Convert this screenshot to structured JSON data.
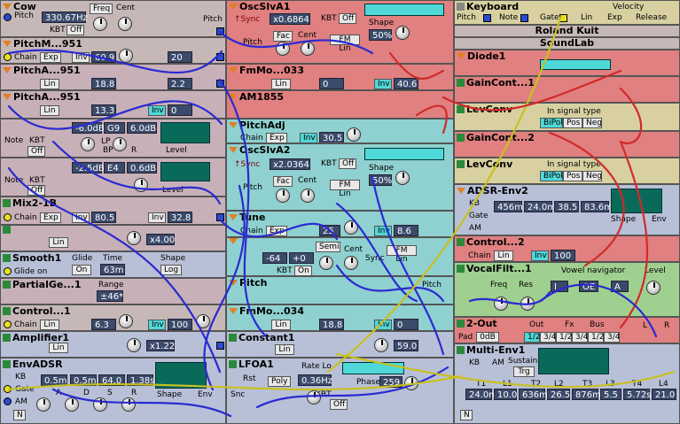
{
  "left": {
    "cow": {
      "title": "Cow",
      "pitch_label": "Pitch",
      "freq_value": "330.67Hz",
      "freq_btn": "Freq",
      "cent_label": "Cent",
      "kbt_label": "KBT",
      "kbt_value": "Off",
      "pitch_out_label": "Pitch"
    },
    "pitchmod1": {
      "title": "PitchM...951",
      "chain_label": "Chain",
      "exp_btn": "Exp",
      "inv_btn": "Inv",
      "value": "60.9",
      "value2": "20"
    },
    "pitcha1": {
      "title": "PitchA...951",
      "lin_btn": "Lin",
      "value": "18.8",
      "value2": "2.2"
    },
    "pitcha2": {
      "title": "PitchA...951",
      "lin_btn": "Lin",
      "value": "13.3",
      "inv_btn": "Inv",
      "value2": "0"
    },
    "eq1": {
      "v1": "-6.0dB",
      "v2": "G9",
      "v3": "6.0dB",
      "note_label": "Note",
      "kbt_label": "KBT",
      "kbt_value": "Off",
      "lp_label": "LP",
      "bp_label": "BP",
      "r_label": "R",
      "level_label": "Level"
    },
    "eq2": {
      "v1": "-2.5dB",
      "v2": "E4",
      "v3": "0.6dB",
      "note_label": "Note",
      "kbt_label": "KBT",
      "kbt_value": "Off",
      "level_label": "Level"
    },
    "mix": {
      "title": "Mix2-1B",
      "chain_label": "Chain",
      "exp_btn": "Exp",
      "inv_btn": "Inv",
      "value": "80.5",
      "inv2_btn": "Inv",
      "value2": "32.8"
    },
    "sh": {
      "lin_btn": "Lin",
      "value": "x4.00"
    },
    "smooth": {
      "title": "Smooth1",
      "glide_label": "Glide",
      "time_label": "Time",
      "shape_label": "Shape",
      "glide_on_label": "Glide on",
      "on_btn": "On",
      "time_value": "63m",
      "log_btn": "Log"
    },
    "partial": {
      "title": "PartialGe...1",
      "range_label": "Range",
      "range_value": "±46*"
    },
    "control": {
      "title": "Control...1",
      "chain_label": "Chain",
      "lin_btn": "Lin",
      "value": "6.3",
      "inv_btn": "Inv",
      "value2": "100"
    },
    "amp": {
      "title": "Amplifier1",
      "lin_btn": "Lin",
      "value": "x1.22"
    },
    "env": {
      "title": "EnvADSR",
      "kb_label": "KB",
      "gate_label": "Gate",
      "am_label": "AM",
      "a": "0.5m",
      "d": "0.5m",
      "s": "64.0",
      "r": "1.38s",
      "a_lbl": "A",
      "d_lbl": "D",
      "s_lbl": "S",
      "r_lbl": "R",
      "n_btn": "N",
      "shape_label": "Shape",
      "env_label": "Env"
    }
  },
  "mid": {
    "osc1": {
      "title": "OscSlvA1",
      "sync_label": "↑Sync",
      "ratio": "x0.6864",
      "kbt_label": "KBT",
      "kbt_value": "Off",
      "shape_label": "Shape",
      "shape_value": "50%",
      "pitch_label": "Pitch",
      "fac_btn": "Fac",
      "cent_label": "Cent",
      "fm_btn": "FM Lin"
    },
    "fmmod1": {
      "title": "FmMo...033",
      "lin_btn": "Lin",
      "value": "0",
      "inv_btn": "Inv",
      "value2": "40.6"
    },
    "am": {
      "title": "AM1855"
    },
    "padj": {
      "title": "PitchAdj",
      "chain_label": "Chain",
      "exp_btn": "Exp",
      "inv_btn": "Inv",
      "value": "30.5"
    },
    "osc2": {
      "title": "OscSlvA2",
      "sync_label": "↑Sync",
      "ratio": "x2.0364",
      "kbt_label": "KBT",
      "kbt_value": "Off",
      "shape_label": "Shape",
      "shape_value": "50%",
      "pitch_label": "Pitch",
      "fac_btn": "Fac",
      "cent_label": "Cent",
      "fm_btn": "FM Lin"
    },
    "tune": {
      "title": "Tune",
      "chain_label": "Chain",
      "exp_btn": "Exp",
      "value": "25",
      "inv_btn": "Inv",
      "value2": "8.6"
    },
    "master": {
      "semi_btn": "Semi",
      "cent_label": "Cent",
      "v1": "-64",
      "v2": "+0",
      "kbt_label": "KBT",
      "kbt_btn": "On",
      "sync_label": "Sync",
      "fm_btn": "FM Lin"
    },
    "pitch": {
      "title": "Pitch",
      "pitch_label": "Pitch"
    },
    "fmmod2": {
      "title": "FmMo...034",
      "lin_btn": "Lin",
      "value": "18.8",
      "inv_btn": "Inv",
      "value2": "0"
    },
    "constant": {
      "title": "Constant1",
      "lin_btn": "Lin",
      "value": "59.0"
    },
    "lfo": {
      "title": "LFOA1",
      "rst_label": "Rst",
      "rate_label": "Rate Lo",
      "poly_btn": "Poly",
      "rate_value": "0.36Hz",
      "phase_label": "Phase",
      "phase_value": "259",
      "snc_label": "Snc",
      "kbt_label": "KBT",
      "kbt_value": "Off"
    }
  },
  "right": {
    "keyboard": {
      "title": "Keyboard",
      "velocity_label": "Velocity",
      "pitch_label": "Pitch",
      "note_label": "Note",
      "gate_label": "Gate",
      "lin_label": "Lin",
      "exp_label": "Exp",
      "release_label": "Release"
    },
    "author": "Roland Kuit",
    "patch": "SoundLab",
    "diode": {
      "title": "Diode1"
    },
    "gc1": {
      "title": "GainCont...1"
    },
    "lev1": {
      "title": "LevConv",
      "signal_label": "In signal type",
      "bipol_btn": "BiPol",
      "pos_btn": "Pos",
      "neg_btn": "Neg"
    },
    "gc2": {
      "title": "GainCont...2"
    },
    "lev2": {
      "title": "LevConv",
      "signal_label": "In signal type",
      "bipol_btn": "BiPol",
      "pos_btn": "Pos",
      "neg_btn": "Neg"
    },
    "adsr2": {
      "title": "ADSR-Env2",
      "kb_label": "KB",
      "gate_label": "Gate",
      "am_label": "AM",
      "a": "456m",
      "d": "24.0m",
      "s": "38.5",
      "r": "83.6m",
      "shape_label": "Shape",
      "env_label": "Env"
    },
    "ctrl2": {
      "title": "Control...2",
      "chain_label": "Chain",
      "lin_btn": "Lin",
      "inv_btn": "Inv",
      "value": "100"
    },
    "vocal": {
      "title": "VocalFilt...1",
      "nav_label": "Vowel navigator",
      "freq_label": "Freq",
      "res_label": "Res",
      "level_label": "Level",
      "v1": "I",
      "v2": "OE",
      "v3": "A"
    },
    "out": {
      "title": "2-Out",
      "pad_label": "Pad",
      "pad_value": "0dB",
      "out_label": "Out",
      "fx_label": "Fx",
      "bus_label": "Bus",
      "b1": "1/2",
      "b2": "3/4",
      "b3": "1/2",
      "b4": "3/4",
      "b5": "1/2",
      "b6": "3/4",
      "l_label": "L",
      "r_label": "R"
    },
    "menv": {
      "title": "Multi-Env1",
      "kb_label": "KB",
      "am_label": "AM",
      "sustain_label": "Sustain",
      "trg_btn": "Trg",
      "t1_label": "T1",
      "l1_label": "L1",
      "t2_label": "T2",
      "l2_label": "L2",
      "t3_label": "T3",
      "l3_label": "L3",
      "t4_label": "T4",
      "l4_label": "L4",
      "vals": [
        "24.0m",
        "10.0",
        "636m",
        "26.5",
        "876m",
        "5.5",
        "5.72s",
        "21.0"
      ],
      "n_btn": "N"
    }
  }
}
